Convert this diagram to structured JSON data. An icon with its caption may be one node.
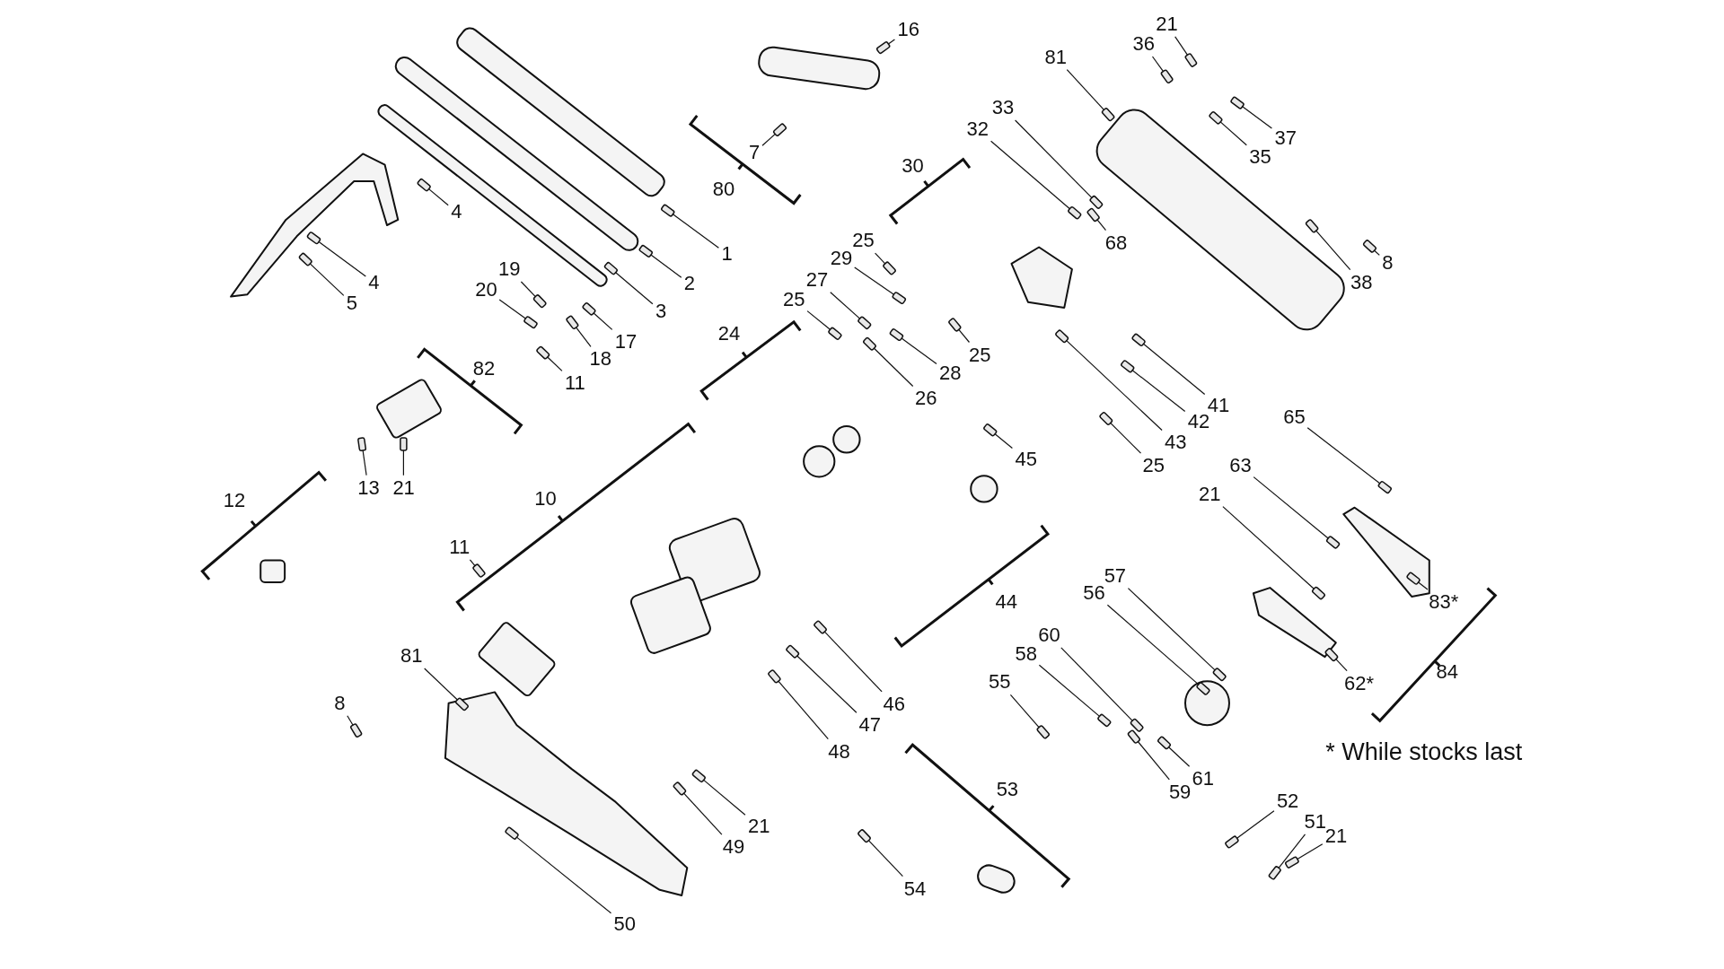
{
  "diagram": {
    "nodes": [
      {
        "text": [
          "1"
        ]
      },
      {
        "text": [
          "2"
        ]
      },
      {
        "text": [
          "3"
        ]
      },
      {
        "text": [
          "4"
        ]
      },
      {
        "text": [
          "4"
        ]
      },
      {
        "text": [
          "5"
        ]
      },
      {
        "text": [
          "16"
        ]
      },
      {
        "text": [
          "7"
        ]
      },
      {
        "text": [
          "19"
        ]
      },
      {
        "text": [
          "20"
        ]
      },
      {
        "text": [
          "17"
        ]
      },
      {
        "text": [
          "18"
        ]
      },
      {
        "text": [
          "11"
        ]
      },
      {
        "text": [
          "13"
        ]
      },
      {
        "text": [
          "21"
        ]
      },
      {
        "text": [
          "11"
        ]
      },
      {
        "text": [
          "36"
        ]
      },
      {
        "text": [
          "21"
        ]
      },
      {
        "text": [
          "81"
        ]
      },
      {
        "text": [
          "37"
        ]
      },
      {
        "text": [
          "35"
        ]
      },
      {
        "text": [
          "33"
        ]
      },
      {
        "text": [
          "32"
        ]
      },
      {
        "text": [
          "68"
        ]
      },
      {
        "text": [
          "38"
        ]
      },
      {
        "text": [
          "8"
        ]
      },
      {
        "text": [
          "25"
        ]
      },
      {
        "text": [
          "29"
        ]
      },
      {
        "text": [
          "27"
        ]
      },
      {
        "text": [
          "25"
        ]
      },
      {
        "text": [
          "28"
        ]
      },
      {
        "text": [
          "26"
        ]
      },
      {
        "text": [
          "25"
        ]
      },
      {
        "text": [
          "41"
        ]
      },
      {
        "text": [
          "42"
        ]
      },
      {
        "text": [
          "43"
        ]
      },
      {
        "text": [
          "25"
        ]
      },
      {
        "text": [
          "45"
        ]
      },
      {
        "text": [
          "65"
        ]
      },
      {
        "text": [
          "63"
        ]
      },
      {
        "text": [
          "21"
        ]
      },
      {
        "text": [
          "48"
        ]
      },
      {
        "text": [
          "47"
        ]
      },
      {
        "text": [
          "46"
        ]
      },
      {
        "text": [
          "21"
        ]
      },
      {
        "text": [
          "49"
        ]
      },
      {
        "text": [
          "8"
        ]
      },
      {
        "text": [
          "81"
        ]
      },
      {
        "text": [
          "50"
        ]
      },
      {
        "text": [
          "54"
        ]
      },
      {
        "text": [
          "55"
        ]
      },
      {
        "text": [
          "58"
        ]
      },
      {
        "text": [
          "60"
        ]
      },
      {
        "text": [
          "57"
        ]
      },
      {
        "text": [
          "56"
        ]
      },
      {
        "text": [
          "59"
        ]
      },
      {
        "text": [
          "61"
        ]
      },
      {
        "text": [
          "52"
        ]
      },
      {
        "text": [
          "51"
        ]
      },
      {
        "text": [
          "21"
        ]
      },
      {
        "text": [
          "62*"
        ]
      },
      {
        "text": [
          "83*"
        ]
      },
      {
        "text": [],
        "shape": "box"
      },
      {
        "text": [],
        "shape": "box"
      },
      {
        "text": [],
        "shape": "box"
      },
      {
        "text": [],
        "shape": "box"
      },
      {
        "text": [],
        "shape": "box"
      },
      {
        "text": [],
        "shape": "box"
      },
      {
        "text": [],
        "shape": "box"
      },
      {
        "text": [],
        "shape": "box"
      },
      {
        "text": [],
        "shape": "box"
      },
      {
        "text": [],
        "shape": "box"
      },
      {
        "text": [],
        "shape": "box"
      },
      {
        "text": [],
        "shape": "box"
      },
      {
        "text": [],
        "shape": "box"
      },
      {
        "text": [],
        "shape": "box"
      },
      {
        "text": [],
        "shape": "box"
      },
      {
        "text": [],
        "shape": "box"
      },
      {
        "text": [],
        "shape": "box"
      },
      {
        "text": [],
        "shape": "box"
      },
      {
        "text": [],
        "shape": "box"
      },
      {
        "text": [],
        "shape": "box"
      },
      {
        "text": [],
        "shape": "box"
      },
      {
        "text": [],
        "shape": "box"
      },
      {
        "text": [],
        "shape": "box"
      },
      {
        "text": [],
        "shape": "box"
      },
      {
        "text": [],
        "shape": "box"
      },
      {
        "text": [],
        "shape": "box"
      },
      {
        "text": [],
        "shape": "box"
      },
      {
        "text": [],
        "shape": "box"
      },
      {
        "text": [],
        "shape": "box"
      },
      {
        "text": [],
        "shape": "box"
      },
      {
        "text": [],
        "shape": "box"
      },
      {
        "text": [],
        "shape": "box"
      },
      {
        "text": [],
        "shape": "box"
      },
      {
        "text": [],
        "shape": "box"
      },
      {
        "text": [],
        "shape": "box"
      },
      {
        "text": [],
        "shape": "box"
      },
      {
        "text": [],
        "shape": "box"
      },
      {
        "text": [],
        "shape": "box"
      },
      {
        "text": [],
        "shape": "box"
      },
      {
        "text": [],
        "shape": "box"
      },
      {
        "text": [],
        "shape": "box"
      },
      {
        "text": [],
        "shape": "box"
      },
      {
        "text": [],
        "shape": "box"
      },
      {
        "text": [],
        "shape": "box"
      },
      {
        "text": [],
        "shape": "box"
      },
      {
        "text": [],
        "shape": "box"
      },
      {
        "text": [],
        "shape": "box"
      },
      {
        "text": [],
        "shape": "box"
      },
      {
        "text": [],
        "shape": "box"
      },
      {
        "text": [],
        "shape": "box"
      },
      {
        "text": [],
        "shape": "box"
      },
      {
        "text": [],
        "shape": "box"
      },
      {
        "text": [],
        "shape": "box"
      },
      {
        "text": [],
        "shape": "box"
      },
      {
        "text": [],
        "shape": "box"
      },
      {
        "text": [],
        "shape": "box"
      },
      {
        "text": [],
        "shape": "box"
      },
      {
        "text": [],
        "shape": "box"
      },
      {
        "text": [],
        "shape": "box"
      },
      {
        "text": [],
        "shape": "box"
      },
      {
        "text": [],
        "shape": "box"
      },
      {
        "text": [],
        "shape": "box"
      }
    ],
    "edges": [
      {
        "from": 0,
        "to": 62,
        "arrow": "none"
      },
      {
        "from": 1,
        "to": 63,
        "arrow": "none"
      },
      {
        "from": 2,
        "to": 64,
        "arrow": "none"
      },
      {
        "from": 3,
        "to": 65,
        "arrow": "none"
      },
      {
        "from": 4,
        "to": 66,
        "arrow": "none"
      },
      {
        "from": 5,
        "to": 67,
        "arrow": "none"
      },
      {
        "from": 6,
        "to": 68,
        "arrow": "none"
      },
      {
        "from": 7,
        "to": 69,
        "arrow": "none"
      },
      {
        "from": 8,
        "to": 70,
        "arrow": "none"
      },
      {
        "from": 9,
        "to": 71,
        "arrow": "none"
      },
      {
        "from": 10,
        "to": 72,
        "arrow": "none"
      },
      {
        "from": 11,
        "to": 73,
        "arrow": "none"
      },
      {
        "from": 12,
        "to": 74,
        "arrow": "none"
      },
      {
        "from": 13,
        "to": 75,
        "arrow": "none"
      },
      {
        "from": 14,
        "to": 76,
        "arrow": "none"
      },
      {
        "from": 15,
        "to": 77,
        "arrow": "none"
      },
      {
        "from": 16,
        "to": 78,
        "arrow": "none"
      },
      {
        "from": 17,
        "to": 79,
        "arrow": "none"
      },
      {
        "from": 18,
        "to": 80,
        "arrow": "none"
      },
      {
        "from": 19,
        "to": 81,
        "arrow": "none"
      },
      {
        "from": 20,
        "to": 82,
        "arrow": "none"
      },
      {
        "from": 21,
        "to": 83,
        "arrow": "none"
      },
      {
        "from": 22,
        "to": 84,
        "arrow": "none"
      },
      {
        "from": 23,
        "to": 85,
        "arrow": "none"
      },
      {
        "from": 24,
        "to": 86,
        "arrow": "none"
      },
      {
        "from": 25,
        "to": 87,
        "arrow": "none"
      },
      {
        "from": 26,
        "to": 88,
        "arrow": "none"
      },
      {
        "from": 27,
        "to": 89,
        "arrow": "none"
      },
      {
        "from": 28,
        "to": 90,
        "arrow": "none"
      },
      {
        "from": 29,
        "to": 91,
        "arrow": "none"
      },
      {
        "from": 30,
        "to": 92,
        "arrow": "none"
      },
      {
        "from": 31,
        "to": 93,
        "arrow": "none"
      },
      {
        "from": 32,
        "to": 94,
        "arrow": "none"
      },
      {
        "from": 33,
        "to": 95,
        "arrow": "none"
      },
      {
        "from": 34,
        "to": 96,
        "arrow": "none"
      },
      {
        "from": 35,
        "to": 97,
        "arrow": "none"
      },
      {
        "from": 36,
        "to": 98,
        "arrow": "none"
      },
      {
        "from": 37,
        "to": 99,
        "arrow": "none"
      },
      {
        "from": 38,
        "to": 100,
        "arrow": "none"
      },
      {
        "from": 39,
        "to": 101,
        "arrow": "none"
      },
      {
        "from": 40,
        "to": 102,
        "arrow": "none"
      },
      {
        "from": 41,
        "to": 103,
        "arrow": "none"
      },
      {
        "from": 42,
        "to": 104,
        "arrow": "none"
      },
      {
        "from": 43,
        "to": 105,
        "arrow": "none"
      },
      {
        "from": 44,
        "to": 106,
        "arrow": "none"
      },
      {
        "from": 45,
        "to": 107,
        "arrow": "none"
      },
      {
        "from": 46,
        "to": 108,
        "arrow": "none"
      },
      {
        "from": 47,
        "to": 109,
        "arrow": "none"
      },
      {
        "from": 48,
        "to": 110,
        "arrow": "none"
      },
      {
        "from": 49,
        "to": 111,
        "arrow": "none"
      },
      {
        "from": 50,
        "to": 112,
        "arrow": "none"
      },
      {
        "from": 51,
        "to": 113,
        "arrow": "none"
      },
      {
        "from": 52,
        "to": 114,
        "arrow": "none"
      },
      {
        "from": 53,
        "to": 115,
        "arrow": "none"
      },
      {
        "from": 54,
        "to": 116,
        "arrow": "none"
      },
      {
        "from": 55,
        "to": 117,
        "arrow": "none"
      },
      {
        "from": 56,
        "to": 118,
        "arrow": "none"
      },
      {
        "from": 57,
        "to": 119,
        "arrow": "none"
      },
      {
        "from": 58,
        "to": 120,
        "arrow": "none"
      },
      {
        "from": 59,
        "to": 121,
        "arrow": "none"
      },
      {
        "from": 60,
        "to": 122,
        "arrow": "none"
      },
      {
        "from": 61,
        "to": 123,
        "arrow": "none"
      }
    ],
    "labels": [
      "80",
      "82",
      "12",
      "10",
      "24",
      "30",
      "44",
      "53",
      "84",
      "* While stocks last"
    ]
  }
}
